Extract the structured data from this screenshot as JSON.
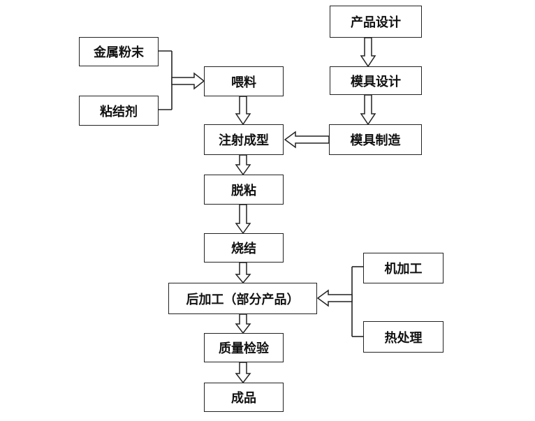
{
  "nodes": {
    "chanpin_sheji": "产品设计",
    "jinshu_fenmo": "金属粉末",
    "weiliao": "喂料",
    "moju_sheji": "模具设计",
    "nianjieji": "粘结剂",
    "zhushe_chengxing": "注射成型",
    "moju_zhizao": "模具制造",
    "tuonian": "脱粘",
    "shaojie": "烧结",
    "jijiagong": "机加工",
    "houjiagong": "后加工（部分产品）",
    "re_chuli": "热处理",
    "zhiliang_jianyan": "质量检验",
    "chengpin": "成品"
  }
}
